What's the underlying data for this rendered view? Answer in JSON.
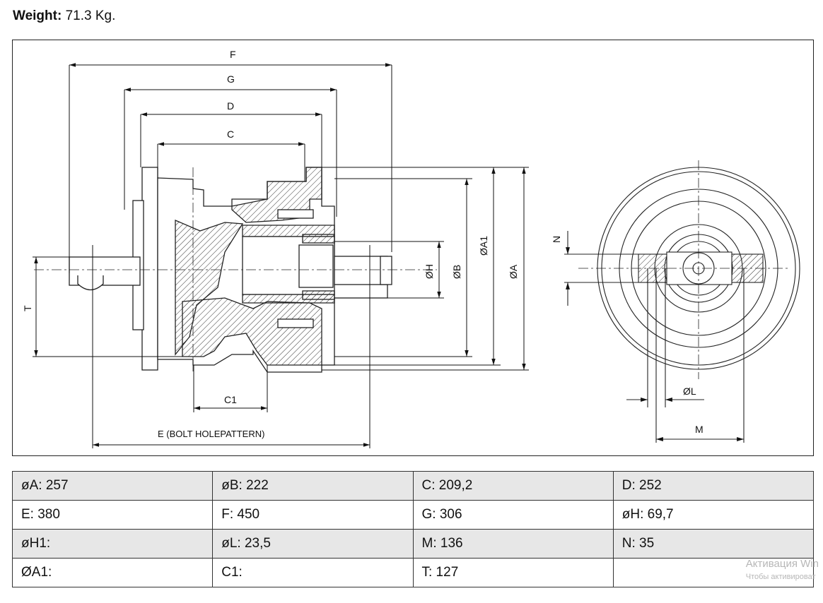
{
  "header": {
    "weight_label": "Weight:",
    "weight_value": "71.3 Kg."
  },
  "drawing": {
    "labels": {
      "F": "F",
      "G": "G",
      "D": "D",
      "C": "C",
      "C1": "C1",
      "E": "E (BOLT HOLEPATTERN)",
      "T": "T",
      "H": "ØH",
      "B": "ØB",
      "A1": "ØA1",
      "A": "ØA",
      "N": "N",
      "L": "ØL",
      "M": "M"
    }
  },
  "specs": {
    "rows": [
      [
        "øA: 257",
        "øB: 222",
        "C: 209,2",
        "D: 252"
      ],
      [
        "E: 380",
        "F: 450",
        "G: 306",
        "øH: 69,7"
      ],
      [
        "øH1:",
        "øL: 23,5",
        "M: 136",
        "N: 35"
      ],
      [
        "ØA1:",
        "C1:",
        "T: 127",
        ""
      ]
    ]
  },
  "watermark": {
    "line1": "Активация Win",
    "line2": "Чтобы активироват"
  }
}
